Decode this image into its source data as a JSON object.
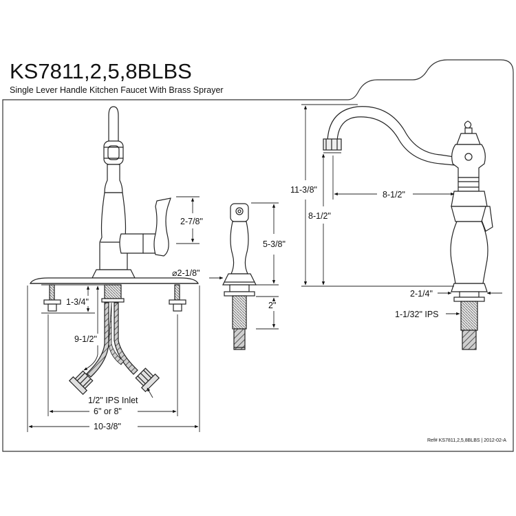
{
  "header": {
    "model": "KS7811,2,5,8BLBS",
    "description": "Single Lever Handle Kitchen Faucet With Brass Sprayer"
  },
  "front_view": {
    "handle_height": "2-7/8\"",
    "shank_length": "1-3/4\"",
    "hose_length": "9-1/2\"",
    "inlet": "1/2\" IPS Inlet",
    "spread": "6\" or 8\"",
    "plate_width": "10-3/8\""
  },
  "sprayer_view": {
    "height": "5-3/8\"",
    "base_diameter": "⌀2-1/8\"",
    "shank_length": "2\""
  },
  "side_view": {
    "overall_height": "11-3/8\"",
    "spout_clearance": "8-1/2\"",
    "spout_reach": "8-1/2\"",
    "base_diameter": "2-1/4\"",
    "ips": "1-1/32\" IPS"
  },
  "footer": {
    "reference": "Ref# KS7811,2,5,8BLBS | 2012-02-A"
  }
}
